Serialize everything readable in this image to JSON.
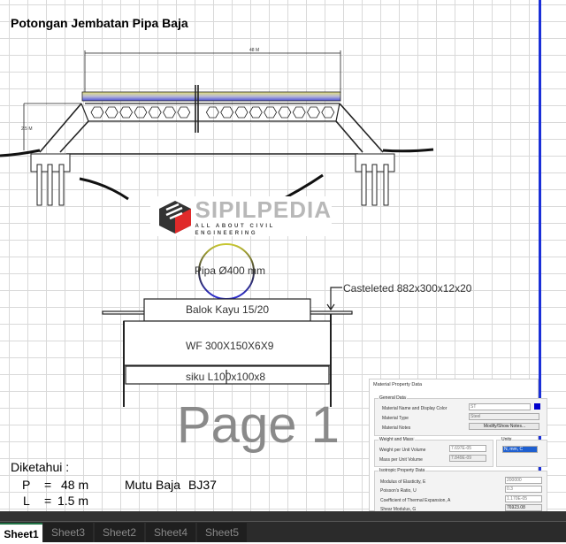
{
  "title": "Potongan Jembatan Pipa Baja",
  "drawing": {
    "span_label": "48 M",
    "height_label": "2.5 M"
  },
  "logo": {
    "name": "SIPILPEDIA",
    "tagline": "ALL ABOUT CIVIL ENGINEERING"
  },
  "section": {
    "pipe": "Pipa Ø400 mm",
    "castellated": "Casteleted 882x300x12x20",
    "balok": "Balok Kayu 15/20",
    "wf": "WF 300X150X6X9",
    "siku": "siku L100x100x8"
  },
  "info": {
    "heading": "Diketahui :",
    "p_label": "P",
    "p_eq": "=",
    "p_value": "48 m",
    "l_label": "L",
    "l_eq": "=",
    "l_value": "1.5 m",
    "mutu_label": "Mutu Baja",
    "mutu_value": "BJ37"
  },
  "watermark": "Page 1",
  "dialog": {
    "title": "Material Property Data",
    "general": "General Data",
    "name_label": "Material Name and Display Color",
    "name_value": "ST",
    "type_label": "Material Type",
    "type_value": "Steel",
    "notes_label": "Material Notes",
    "notes_button": "Modify/Show Notes...",
    "weight": "Weight and Mass",
    "wpuv_label": "Weight per Unit Volume",
    "wpuv_value": "7.697E-05",
    "mpuv_label": "Mass per Unit Volume",
    "mpuv_value": "7.849E-09",
    "units": "Units",
    "units_value": "N, mm, C",
    "iso": "Isotropic Property Data",
    "e_label": "Modulus of Elasticity,  E",
    "e_value": "200000",
    "u_label": "Poisson's Ratio,  U",
    "u_value": "0.3",
    "a_label": "Coefficient of Thermal Expansion,  A",
    "a_value": "1.170E-05",
    "g_label": "Shear Modulus,  G",
    "g_value": "76923.08",
    "display_color": "#0000cc"
  },
  "tabs": [
    {
      "label": "Sheet1",
      "active": true
    },
    {
      "label": "Sheet3"
    },
    {
      "label": "Sheet2"
    },
    {
      "label": "Sheet4"
    },
    {
      "label": "Sheet5"
    }
  ]
}
